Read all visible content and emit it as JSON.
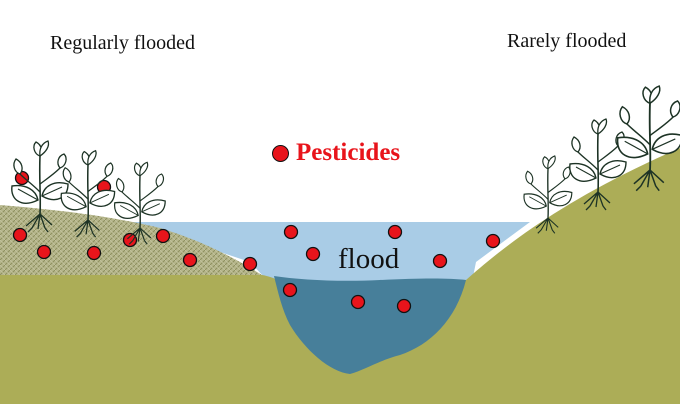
{
  "labels": {
    "regularly_flooded": "Regularly flooded",
    "rarely_flooded": "Rarely flooded",
    "flood": "flood"
  },
  "legend": {
    "text": "Pesticides",
    "color": "#e8141b"
  },
  "colors": {
    "ground": "#acad57",
    "hatched_soil": "#b4b58a",
    "flood_water": "#a9cce6",
    "channel_water": "#477f9a",
    "pesticide": "#e8141b",
    "plant_stroke": "#1d3325"
  },
  "icons": [
    "plant-icon",
    "pesticide-dot"
  ]
}
